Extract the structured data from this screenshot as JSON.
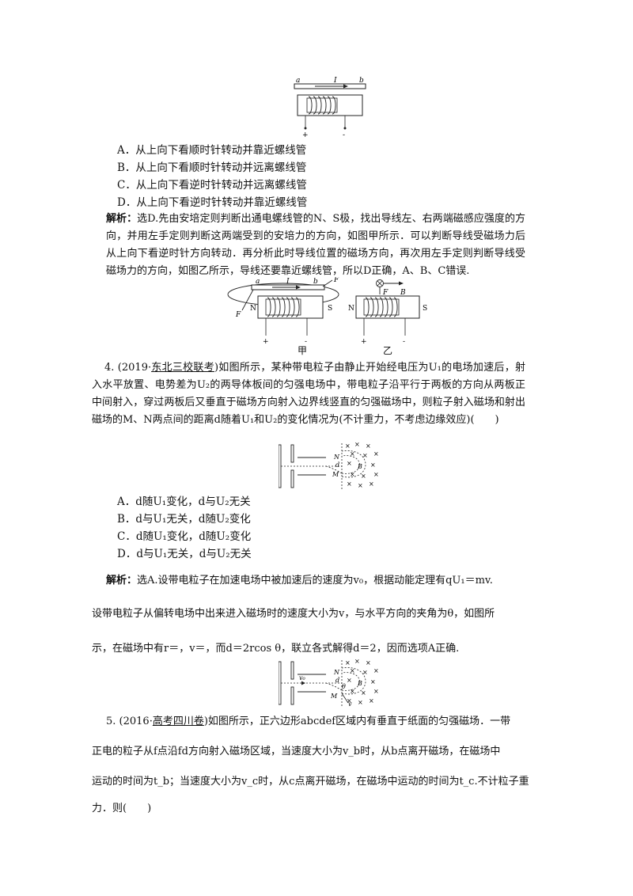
{
  "fig1": {
    "a": "a",
    "I": "I",
    "b": "b",
    "plus": "+",
    "minus": "-"
  },
  "q3_options": [
    "A．从上向下看顺时针转动并靠近螺线管",
    "B．从上向下看顺时针转动并远离螺线管",
    "C．从上向下看逆时针转动并远离螺线管",
    "D．从上向下看逆时针转动并靠近螺线管"
  ],
  "q3_solution": {
    "label": "解析：",
    "text": "选D.先由安培定则判断出通电螺线管的N、S极，找出导线左、右两端磁感应强度的方向，并用左手定则判断这两端受到的安培力的方向，如图甲所示．可以判断导线受磁场力后从上向下看逆时针方向转动．再分析此时导线位置的磁场方向，再次用左手定则判断导线受磁场力的方向，如图乙所示，导线还要靠近螺线管，所以D正确，A、B、C错误."
  },
  "fig_jia": {
    "a": "a",
    "I": "I",
    "b": "b",
    "F_top": "F",
    "F_bottom": "F",
    "N": "N",
    "S": "S",
    "plus": "+",
    "minus": "-",
    "caption": "甲"
  },
  "fig_yi": {
    "F": "F",
    "B": "B",
    "N": "N",
    "S": "S",
    "plus": "+",
    "minus": "-",
    "caption": "乙"
  },
  "q4": {
    "number": "4. (2019·",
    "source": "东北三校联考",
    "text": ")如图所示，某种带电粒子由静止开始经电压为U₁的电场加速后，射入水平放置、电势差为U₂的两导体板间的匀强电场中，带电粒子沿平行于两板的方向从两板正中间射入，穿过两板后又垂直于磁场方向射入边界线竖直的匀强磁场中，则粒子射入磁场和射出磁场的M、N两点间的距离d随着U₁和U₂的变化情况为(不计重力，不考虑边缘效应)(　　)"
  },
  "fig4": {
    "N": "N",
    "d": "d",
    "B": "B",
    "M": "M",
    "cross": "×"
  },
  "q4_options": [
    "A．d随U₁变化，d与U₂无关",
    "B．d与U₁无关，d随U₂变化",
    "C．d随U₁变化，d随U₂变化",
    "D．d与U₁无关，d与U₂无关"
  ],
  "q4_solution": {
    "label": "解析：",
    "line1": "选A.设带电粒子在加速电场中被加速后的速度为v₀，根据动能定理有qU₁＝mv.",
    "line2": "设带电粒子从偏转电场中出来进入磁场时的速度大小为v，与水平方向的夹角为θ，如图所",
    "line3": "示，在磁场中有r＝，v＝，而d＝2rcos θ，联立各式解得d＝2，因而选项A正确."
  },
  "fig4b": {
    "v0": "v₀",
    "N": "N",
    "d": "d",
    "theta": "θ",
    "B": "B",
    "M": "M",
    "v": "v",
    "cross": "×"
  },
  "q5": {
    "number": "5. (2016·",
    "source": "高考四川卷",
    "line1": ")如图所示，正六边形abcdef区域内有垂直于纸面的匀强磁场．一带",
    "line2": "正电的粒子从f点沿fd方向射入磁场区域，当速度大小为v_b时，从b点离开磁场，在磁场中",
    "line3": "运动的时间为t_b；当速度大小为v_c时，从c点离开磁场，在磁场中运动的时间为t_c.不计粒子重",
    "line4": "力．则(　　)"
  }
}
